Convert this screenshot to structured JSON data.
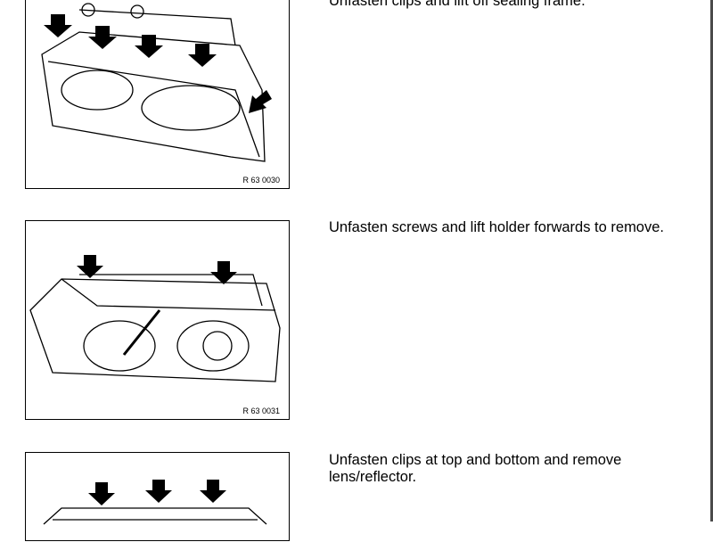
{
  "steps": [
    {
      "text": "Unfasten clips and lift off sealing frame.",
      "figure_ref": "R 63 0030"
    },
    {
      "text": "Unfasten screws and lift holder forwards to remove.",
      "figure_ref": "R 63 0031"
    },
    {
      "text": "Unfasten clips at top and bottom and remove lens/reflector.",
      "figure_ref": ""
    }
  ]
}
